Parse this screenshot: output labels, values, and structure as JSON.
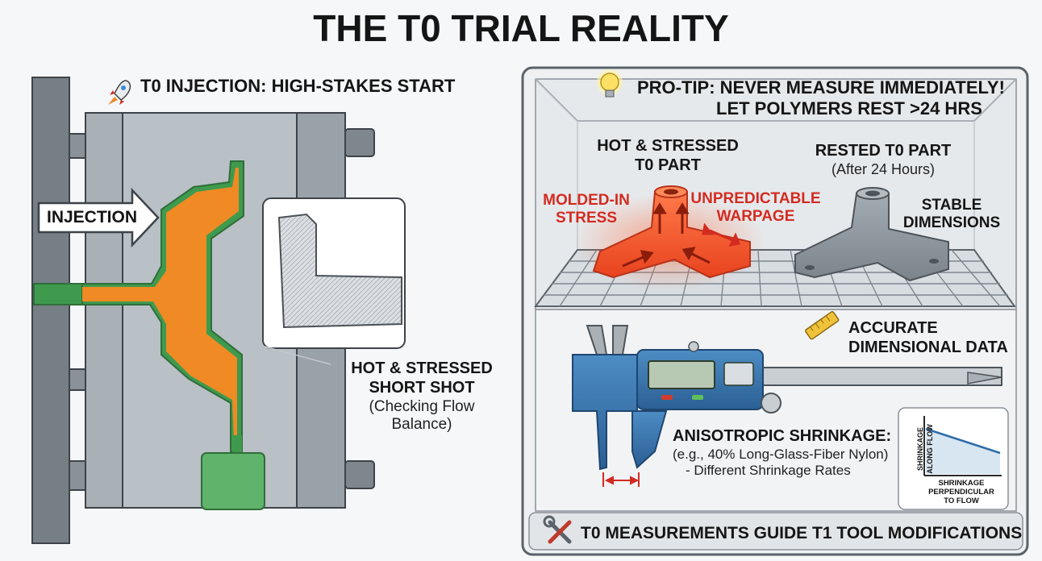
{
  "title": "THE T0 TRIAL REALITY",
  "left_panel": {
    "header": "T0 INJECTION: HIGH-STAKES START",
    "header_icon": "rocket-icon",
    "injection_label": "INJECTION",
    "short_shot": {
      "line1": "HOT & STRESSED",
      "line2": "SHORT SHOT",
      "line3": "(Checking Flow",
      "line4": "Balance)"
    }
  },
  "right_panel": {
    "tip_icon": "lightbulb-icon",
    "tip_line1": "PRO-TIP: NEVER MEASURE IMMEDIATELY!",
    "tip_line2": "LET POLYMERS REST >24 HRS",
    "hot_part": {
      "line1": "HOT & STRESSED",
      "line2": "T0 PART"
    },
    "molded_stress": {
      "line1": "MOLDED-IN",
      "line2": "STRESS"
    },
    "warpage": {
      "line1": "UNPREDICTABLE",
      "line2": "WARPAGE"
    },
    "rested_part": {
      "line1": "RESTED T0 PART",
      "line2": "(After 24 Hours)"
    },
    "stable": {
      "line1": "STABLE",
      "line2": "DIMENSIONS"
    },
    "accurate": {
      "line1": "ACCURATE",
      "line2": "DIMENSIONAL DATA"
    },
    "ruler_icon": "ruler-icon",
    "anisotropic": {
      "line1": "ANISOTROPIC SHRINKAGE:",
      "line2": "(e.g., 40% Long-Glass-Fiber Nylon)",
      "line3": "- Different Shrinkage Rates"
    },
    "mini_chart": {
      "ylabel_line1": "SHRINKAGE",
      "ylabel_line2": "ALONG FLOW",
      "xlabel_line1": "SHRINKAGE",
      "xlabel_line2": "PERPENDICULAR",
      "xlabel_line3": "TO FLOW"
    },
    "footer_icon": "tools-icon",
    "footer": "T0 MEASUREMENTS GUIDE T1 TOOL MODIFICATIONS"
  },
  "colors": {
    "molten_plastic": "#f08a24",
    "cooled_skin": "#3f9a4e",
    "hot_part": "#f2552c",
    "rested_part": "#8e969e",
    "caliper_blue": "#2f6ea8",
    "stress_red": "#d42b20"
  }
}
